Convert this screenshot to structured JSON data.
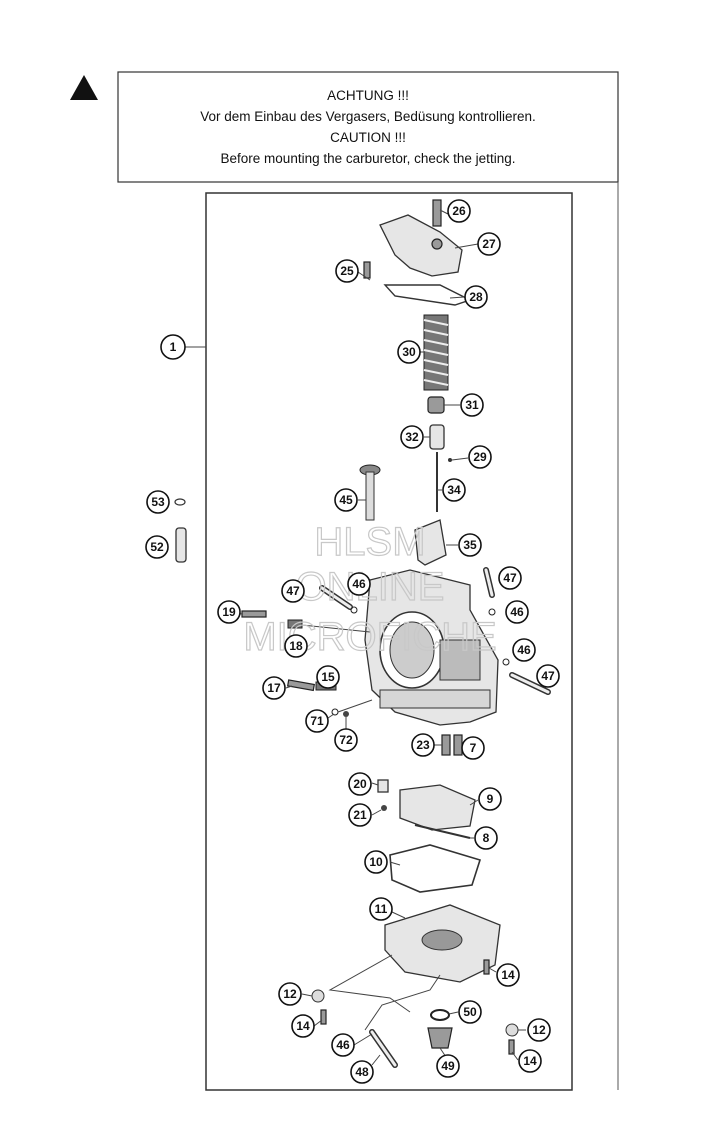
{
  "notice": {
    "warning_icon": "warning-triangle-icon",
    "line1": "ACHTUNG !!!",
    "line2": "Vor dem Einbau des Vergasers, Bedüsung kontrollieren.",
    "line3": "CAUTION !!!",
    "line4": "Before mounting the carburetor, check the jetting."
  },
  "watermark": {
    "line1": "HLSM",
    "line2": "ONLINE",
    "line3": "MICROFICHE"
  },
  "callouts": {
    "c1": "1",
    "c7": "7",
    "c8": "8",
    "c9": "9",
    "c10": "10",
    "c11": "11",
    "c12a": "12",
    "c12b": "12",
    "c14a": "14",
    "c14b": "14",
    "c14c": "14",
    "c15": "15",
    "c17": "17",
    "c18": "18",
    "c19": "19",
    "c20": "20",
    "c21": "21",
    "c23": "23",
    "c25": "25",
    "c26": "26",
    "c27": "27",
    "c28": "28",
    "c29": "29",
    "c30": "30",
    "c31": "31",
    "c32": "32",
    "c34": "34",
    "c35": "35",
    "c45": "45",
    "c46a": "46",
    "c46b": "46",
    "c46c": "46",
    "c46d": "46",
    "c47a": "47",
    "c47b": "47",
    "c47c": "47",
    "c48": "48",
    "c49": "49",
    "c50": "50",
    "c52": "52",
    "c53": "53",
    "c71": "71",
    "c72": "72"
  }
}
